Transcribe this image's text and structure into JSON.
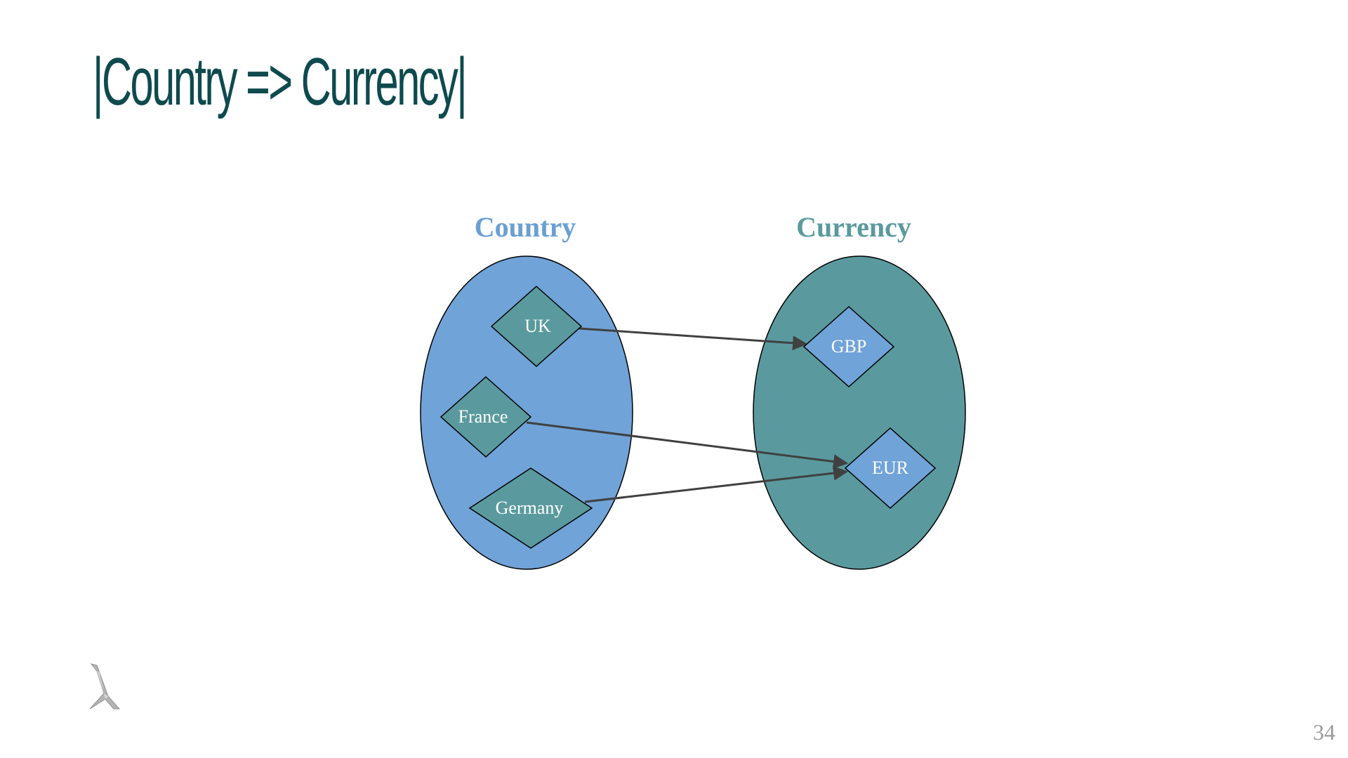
{
  "slide": {
    "title": "|Country => Currency|",
    "page_number": "34"
  },
  "diagram": {
    "sets": [
      {
        "id": "country",
        "label": "Country",
        "label_color": "#6a9fd4",
        "fill": "#70a3d8"
      },
      {
        "id": "currency",
        "label": "Currency",
        "label_color": "#5a9a9c",
        "fill": "#5a9a9e"
      }
    ],
    "nodes": [
      {
        "id": "uk",
        "label": "UK",
        "set": "country",
        "fill": "#5a9a9e"
      },
      {
        "id": "france",
        "label": "France",
        "set": "country",
        "fill": "#5a9a9e"
      },
      {
        "id": "germany",
        "label": "Germany",
        "set": "country",
        "fill": "#5a9a9e"
      },
      {
        "id": "gbp",
        "label": "GBP",
        "set": "currency",
        "fill": "#70a3d8"
      },
      {
        "id": "eur",
        "label": "EUR",
        "set": "currency",
        "fill": "#70a3d8"
      }
    ],
    "edges": [
      {
        "from": "uk",
        "to": "gbp"
      },
      {
        "from": "france",
        "to": "eur"
      },
      {
        "from": "germany",
        "to": "eur"
      }
    ],
    "edge_color": "#404040"
  },
  "logo": {
    "icon": "lambda-logo-icon"
  }
}
